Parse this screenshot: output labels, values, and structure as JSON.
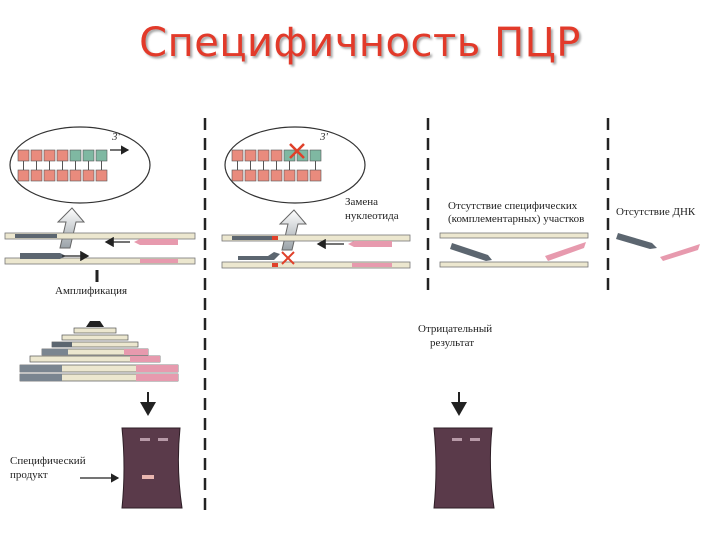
{
  "title": "Специфичность ПЦР",
  "labels": {
    "amplification": "Амплификация",
    "specific_product_1": "Специфический",
    "specific_product_2": "продукт",
    "substitution_1": "Замена",
    "substitution_2": "нуклеотида",
    "absence_specific_1": "Отсутствие специфических",
    "absence_specific_2": "(комплементарных) участков",
    "absence_dna": "Отсутствие ДНК",
    "negative_1": "Отрицательный",
    "negative_2": "результат",
    "three_prime": "3'"
  },
  "colors": {
    "title": "#e23a2a",
    "primer_pink": "#e79aae",
    "primer_dark": "#5c6670",
    "gel": "#5a3a4a",
    "mismatch": "#e0402a",
    "base_pink": "#e98b7d",
    "base_green": "#7fb8a2"
  }
}
